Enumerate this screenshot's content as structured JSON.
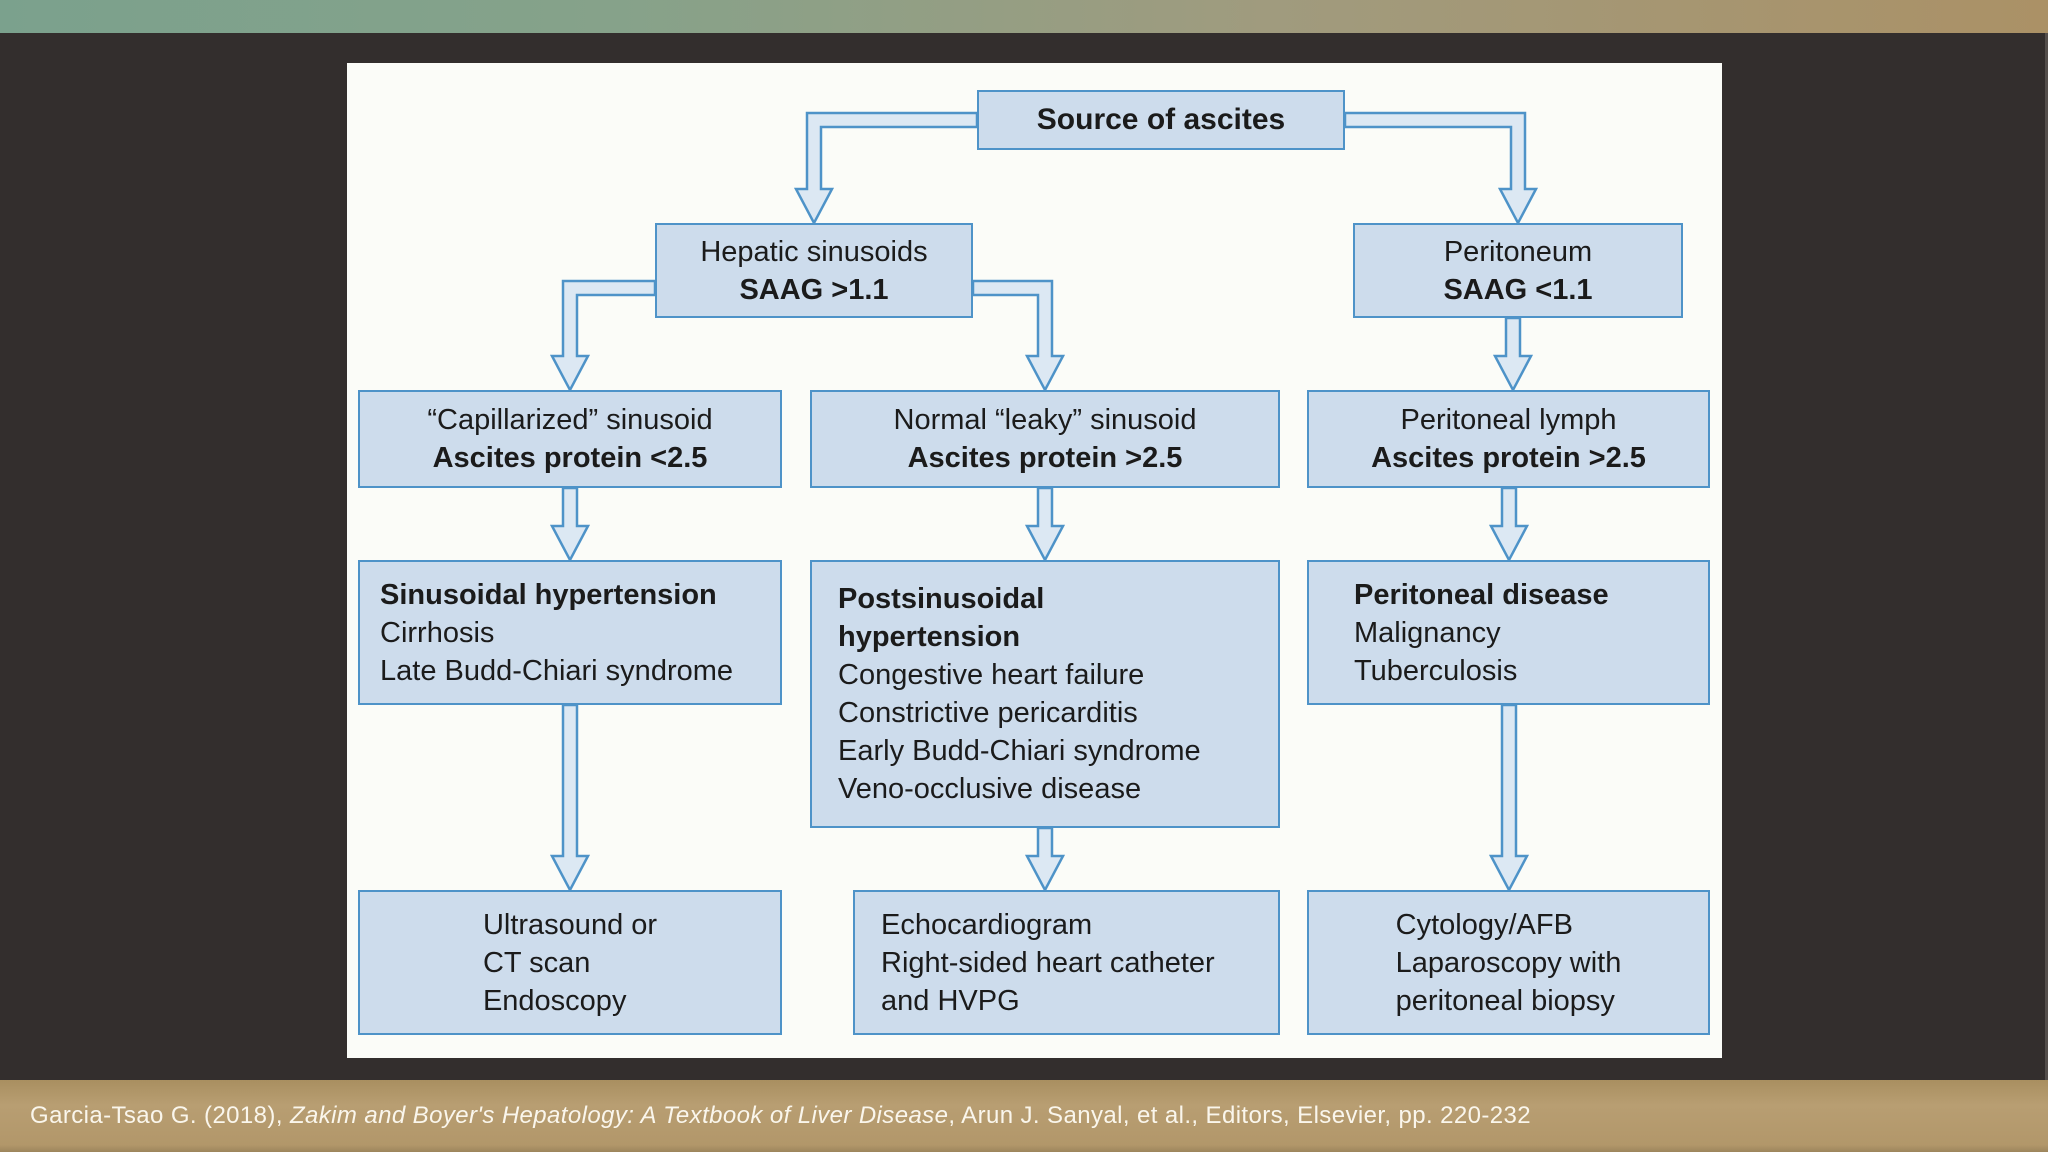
{
  "figure": {
    "nodes": {
      "source": {
        "title": "Source of ascites"
      },
      "hepatic": {
        "line1": "Hepatic sinusoids",
        "line2": "SAAG >1.1"
      },
      "peritoneum": {
        "line1": "Peritoneum",
        "line2": "SAAG <1.1"
      },
      "capillarized": {
        "line1": "“Capillarized” sinusoid",
        "line2": "Ascites protein <2.5"
      },
      "leaky": {
        "line1": "Normal “leaky” sinusoid",
        "line2": "Ascites protein >2.5"
      },
      "lymph": {
        "line1": "Peritoneal lymph",
        "line2": "Ascites protein >2.5"
      },
      "sinusoidal": {
        "title": "Sinusoidal hypertension",
        "items": [
          "Cirrhosis",
          "Late Budd-Chiari syndrome"
        ]
      },
      "postsinusoidal": {
        "title": "Postsinusoidal hypertension",
        "items": [
          "Congestive heart failure",
          "Constrictive pericarditis",
          "Early Budd-Chiari syndrome",
          "Veno-occlusive disease"
        ]
      },
      "peritoneal_disease": {
        "title": "Peritoneal disease",
        "items": [
          "Malignancy",
          "Tuberculosis"
        ]
      },
      "ultrasound": {
        "items": [
          "Ultrasound or",
          "CT scan",
          "Endoscopy"
        ]
      },
      "echo": {
        "items": [
          "Echocardiogram",
          "Right-sided heart catheter",
          "and HVPG"
        ]
      },
      "cytology": {
        "items": [
          "Cytology/AFB",
          "Laparoscopy with",
          "peritoneal biopsy"
        ]
      }
    },
    "colors": {
      "box_fill": "#cddcec",
      "box_border": "#4e93c8",
      "arrow_fill": "#dce8f3",
      "arrow_border": "#4e93c8",
      "panel_background": "#fbfcf8",
      "page_background": "#332e2d",
      "top_strip_left": "#7ba18d",
      "top_strip_right": "#ab9166",
      "footer_band": "#b2976a"
    }
  },
  "footer": {
    "citation_author": "Garcia-Tsao G. (2018), ",
    "citation_book_title": "Zakim and Boyer's Hepatology: A Textbook of Liver Disease",
    "citation_rest": ", Arun J. Sanyal, et al., Editors, Elsevier, pp. 220-232"
  }
}
